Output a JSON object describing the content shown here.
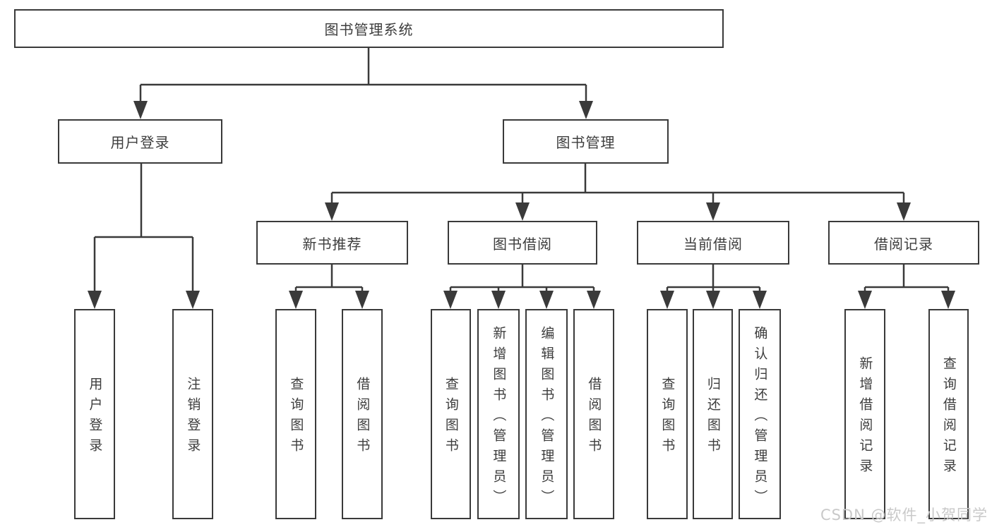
{
  "diagram": {
    "root": {
      "label": "图书管理系统"
    },
    "level2": {
      "user_login": {
        "label": "用户登录"
      },
      "book_mgmt": {
        "label": "图书管理"
      }
    },
    "level3": {
      "new_book_rec": {
        "label": "新书推荐"
      },
      "book_borrow": {
        "label": "图书借阅"
      },
      "current_borrow": {
        "label": "当前借阅"
      },
      "borrow_records": {
        "label": "借阅记录"
      }
    },
    "leaves": {
      "user_login": {
        "label": "用户登录"
      },
      "logout": {
        "label": "注销登录"
      },
      "query_book_rec": {
        "label": "查询图书"
      },
      "borrow_book_rec": {
        "label": "借阅图书"
      },
      "query_book_borrow": {
        "label": "查询图书"
      },
      "add_book_admin": {
        "label": "新增图书（管理员）"
      },
      "edit_book_admin": {
        "label": "编辑图书（管理员）"
      },
      "borrow_book_borrow": {
        "label": "借阅图书"
      },
      "query_book_current": {
        "label": "查询图书"
      },
      "return_book": {
        "label": "归还图书"
      },
      "confirm_return_admin": {
        "label": "确认归还（管理员）"
      },
      "add_borrow_record": {
        "label": "新增借阅记录"
      },
      "query_borrow_record": {
        "label": "查询借阅记录"
      }
    }
  },
  "watermark": {
    "text": "CSDN @软件_小贺同学"
  },
  "colors": {
    "line": "#3a3a3a",
    "box_border": "#3a3a3a",
    "text": "#3d3d3d",
    "background": "#ffffff",
    "watermark": "#c9c9c9"
  }
}
